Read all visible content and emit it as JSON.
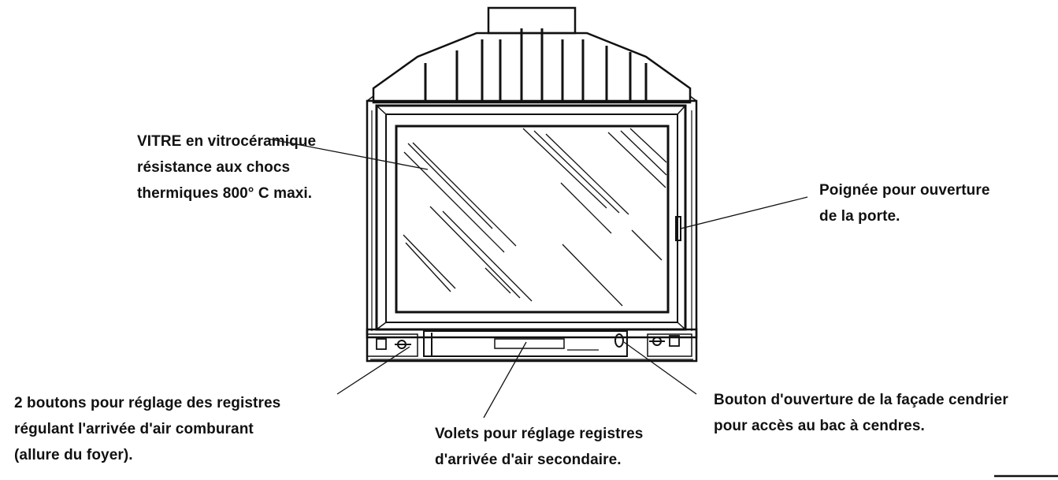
{
  "labels": {
    "vitre": {
      "line1": "VITRE en vitrocéramique",
      "line2": "résistance aux chocs",
      "line3": "thermiques 800° C maxi."
    },
    "poignee": {
      "line1": "Poignée pour ouverture",
      "line2": "de la porte."
    },
    "boutons": {
      "line1": "2 boutons pour réglage des registres",
      "line2": "régulant l'arrivée d'air comburant",
      "line3": "(allure du foyer)."
    },
    "volets": {
      "line1": "Volets pour réglage registres",
      "line2": "d'arrivée d'air secondaire."
    },
    "cendrier": {
      "line1": "Bouton d'ouverture de la façade cendrier",
      "line2": "pour accès au bac à cendres."
    }
  }
}
